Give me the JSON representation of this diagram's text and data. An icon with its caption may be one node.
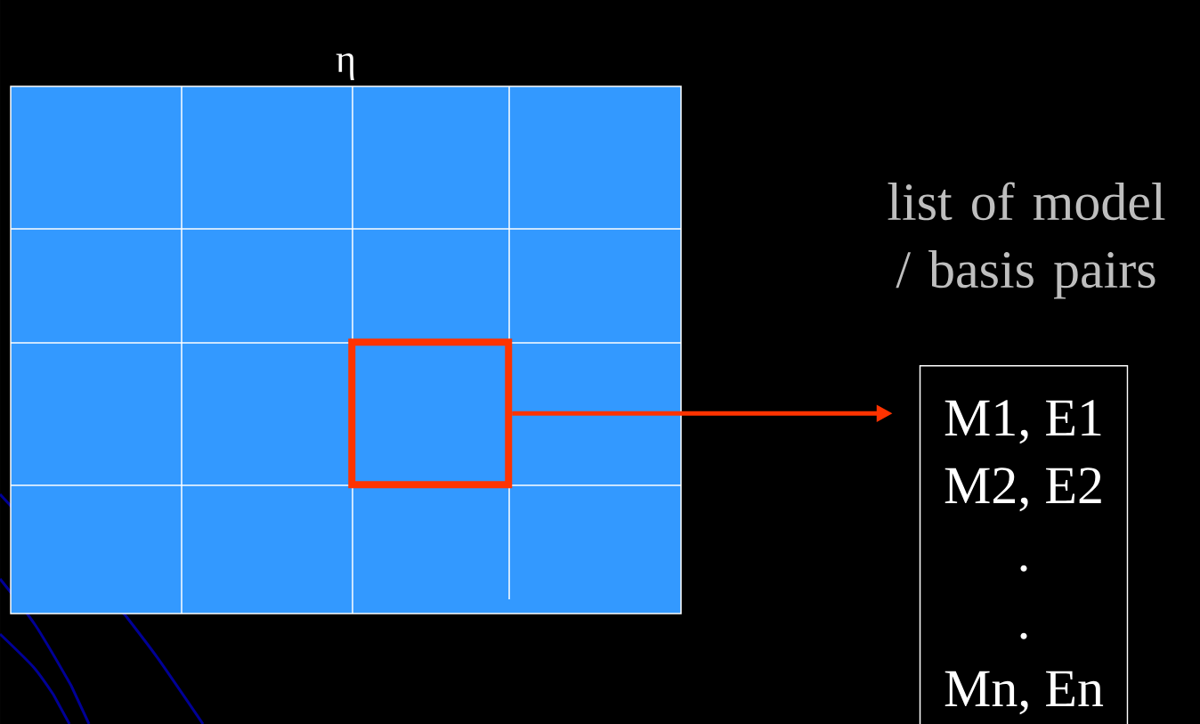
{
  "diagram": {
    "nodes": [
      {
        "text": [
          "η"
        ]
      },
      {
        "text": [],
        "shape": "box",
        "in": 0
      },
      {
        "text": [
          "M1, E1",
          "M2, E2",
          ".",
          ".",
          "Mn, En"
        ]
      }
    ],
    "edges": [
      {
        "from": 1,
        "to": 2,
        "arrow": "to",
        "color": "#ff3300"
      }
    ],
    "labels": [
      "list of model / basis pairs"
    ]
  }
}
